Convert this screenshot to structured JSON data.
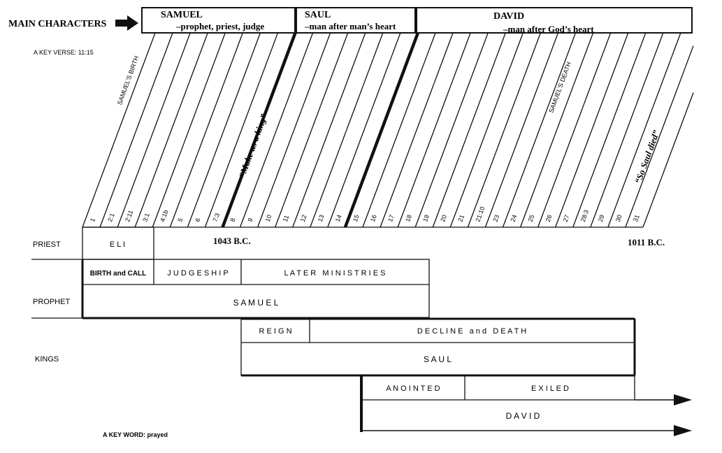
{
  "header": {
    "main_characters_label": "MAIN CHARACTERS",
    "key_verse": "A KEY VERSE: 11:15",
    "key_word": "A KEY WORD: prayed"
  },
  "characters": [
    {
      "name": "SAMUEL",
      "description": "–prophet, priest, judge"
    },
    {
      "name": "SAUL",
      "description": "–man after man’s heart"
    },
    {
      "name": "DAVID",
      "description": "–man after God’s heart"
    }
  ],
  "chapters": [
    "1",
    "2:1",
    "2:11",
    "3:1",
    "4:1b",
    "5",
    "6",
    "7:3",
    "8",
    "9",
    "10",
    "11",
    "12",
    "13",
    "14",
    "15",
    "16",
    "17",
    "18",
    "19",
    "20",
    "21",
    "21:10",
    "23",
    "24",
    "25",
    "26",
    "27",
    "28:3",
    "29",
    "30",
    "31"
  ],
  "annotations": {
    "samuels_birth": "SAMUEL’S BIRTH",
    "make_us_a_king": "“Make us a king”",
    "samuels_death": "SAMUEL’S DEATH",
    "so_saul_died": "“So Saul died”"
  },
  "dates": {
    "start": "1043 B.C.",
    "end": "1011 B.C."
  },
  "rows": {
    "priest": "PRIEST",
    "prophet": "PROPHET",
    "kings": "KINGS"
  },
  "segments": {
    "eli": "E L I",
    "birth_call": "BIRTH and CALL",
    "judgeship": "J U D G E S H I P",
    "later_ministries": "L A T E R   M I N I S T R I E S",
    "samuel": "S A M U E L",
    "reign": "R E I G N",
    "decline_death": "D E C L I N E   a n d   D E A T H",
    "saul": "S A U L",
    "anointed": "A N O I N T E D",
    "exiled": "E X I L E D",
    "david": "D A V I D"
  }
}
